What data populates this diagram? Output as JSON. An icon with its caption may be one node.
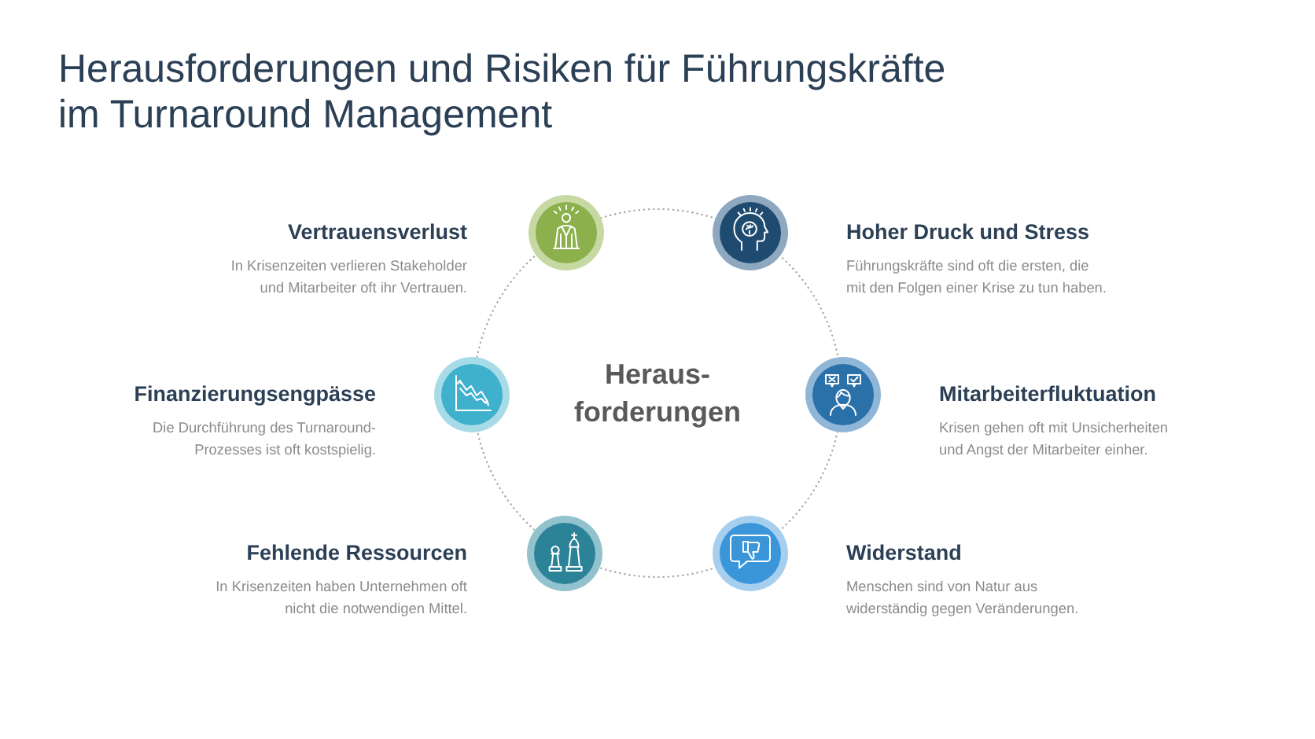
{
  "diagram": {
    "title": "Herausforderungen und Risiken für Führungskräfte im Turnaround Management",
    "nodes": [
      {
        "text": [],
        "shape": "circle",
        "beside": [
          "Vertrauensverlust",
          "In Krisenzeiten verlieren Stakeholder und Mitarbeiter oft ihr Vertrauen."
        ]
      },
      {
        "text": [],
        "shape": "circle",
        "beside": [
          "Hoher Druck und Stress",
          "Führungskräfte sind oft die ersten, die mit den Folgen einer Krise zu tun haben."
        ]
      },
      {
        "text": [],
        "shape": "circle",
        "beside": [
          "Finanzierungsengpässe",
          "Die Durchführung des Turnaround-Prozesses ist oft kostspielig."
        ]
      },
      {
        "text": [
          "Heraus-forderungen"
        ]
      },
      {
        "text": [],
        "shape": "circle",
        "beside": [
          "Mitarbeiterfluktuation",
          "Krisen gehen oft mit Unsicherheiten und Angst der Mitarbeiter einher."
        ]
      },
      {
        "text": [],
        "shape": "circle",
        "beside": [
          "Fehlende Ressourcen",
          "In Krisenzeiten haben Unternehmen oft nicht die notwendigen Mittel."
        ]
      },
      {
        "text": [],
        "shape": "circle",
        "beside": [
          "Widerstand",
          "Menschen sind von Natur aus widerständig gegen Veränderungen."
        ]
      }
    ]
  }
}
